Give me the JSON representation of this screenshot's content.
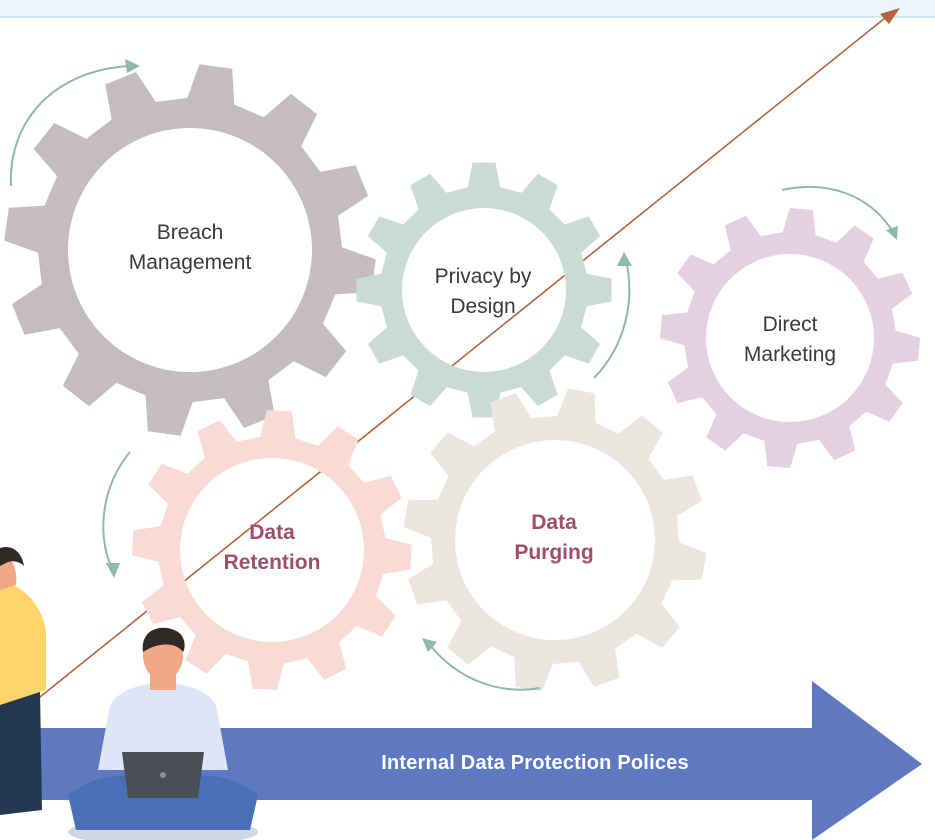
{
  "colors": {
    "top_strip_fill": "#eef6fb",
    "top_strip_border": "#cfe6f5",
    "trend_line": "#b4643c",
    "cycle_arrow": "#8fb9ab",
    "banner": "#5f79c0",
    "label_text": "#3a3a3a",
    "label_emphasis": "#a04d6e"
  },
  "gears": [
    {
      "id": "breach",
      "color": "#c4bcc1",
      "label_lines": [
        "Breach",
        "Management"
      ],
      "emphasis": false
    },
    {
      "id": "privacy",
      "color": "#c9dbd3",
      "label_lines": [
        "Privacy by",
        "Design"
      ],
      "emphasis": false
    },
    {
      "id": "marketing",
      "color": "#e4d0e1",
      "label_lines": [
        "Direct",
        "Marketing"
      ],
      "emphasis": false
    },
    {
      "id": "retention",
      "color": "#f8dbd2",
      "label_lines": [
        "Data",
        "Retention"
      ],
      "emphasis": true
    },
    {
      "id": "purging",
      "color": "#ebe6de",
      "label_lines": [
        "Data",
        "Purging"
      ],
      "emphasis": true
    }
  ],
  "banner": {
    "label": "Internal Data Protection Polices"
  },
  "illustrations": [
    {
      "id": "person-standing",
      "shirt": "#fbd56a",
      "pants": "#24384f",
      "hair": "#2f2a28",
      "skin": "#f2a785"
    },
    {
      "id": "person-laptop",
      "shirt": "#dde6f6",
      "pants": "#4a6fb6",
      "hair": "#2f2a28",
      "skin": "#f2a785",
      "laptop": "#4a4f55",
      "cushion": "#cfd6e6"
    }
  ]
}
